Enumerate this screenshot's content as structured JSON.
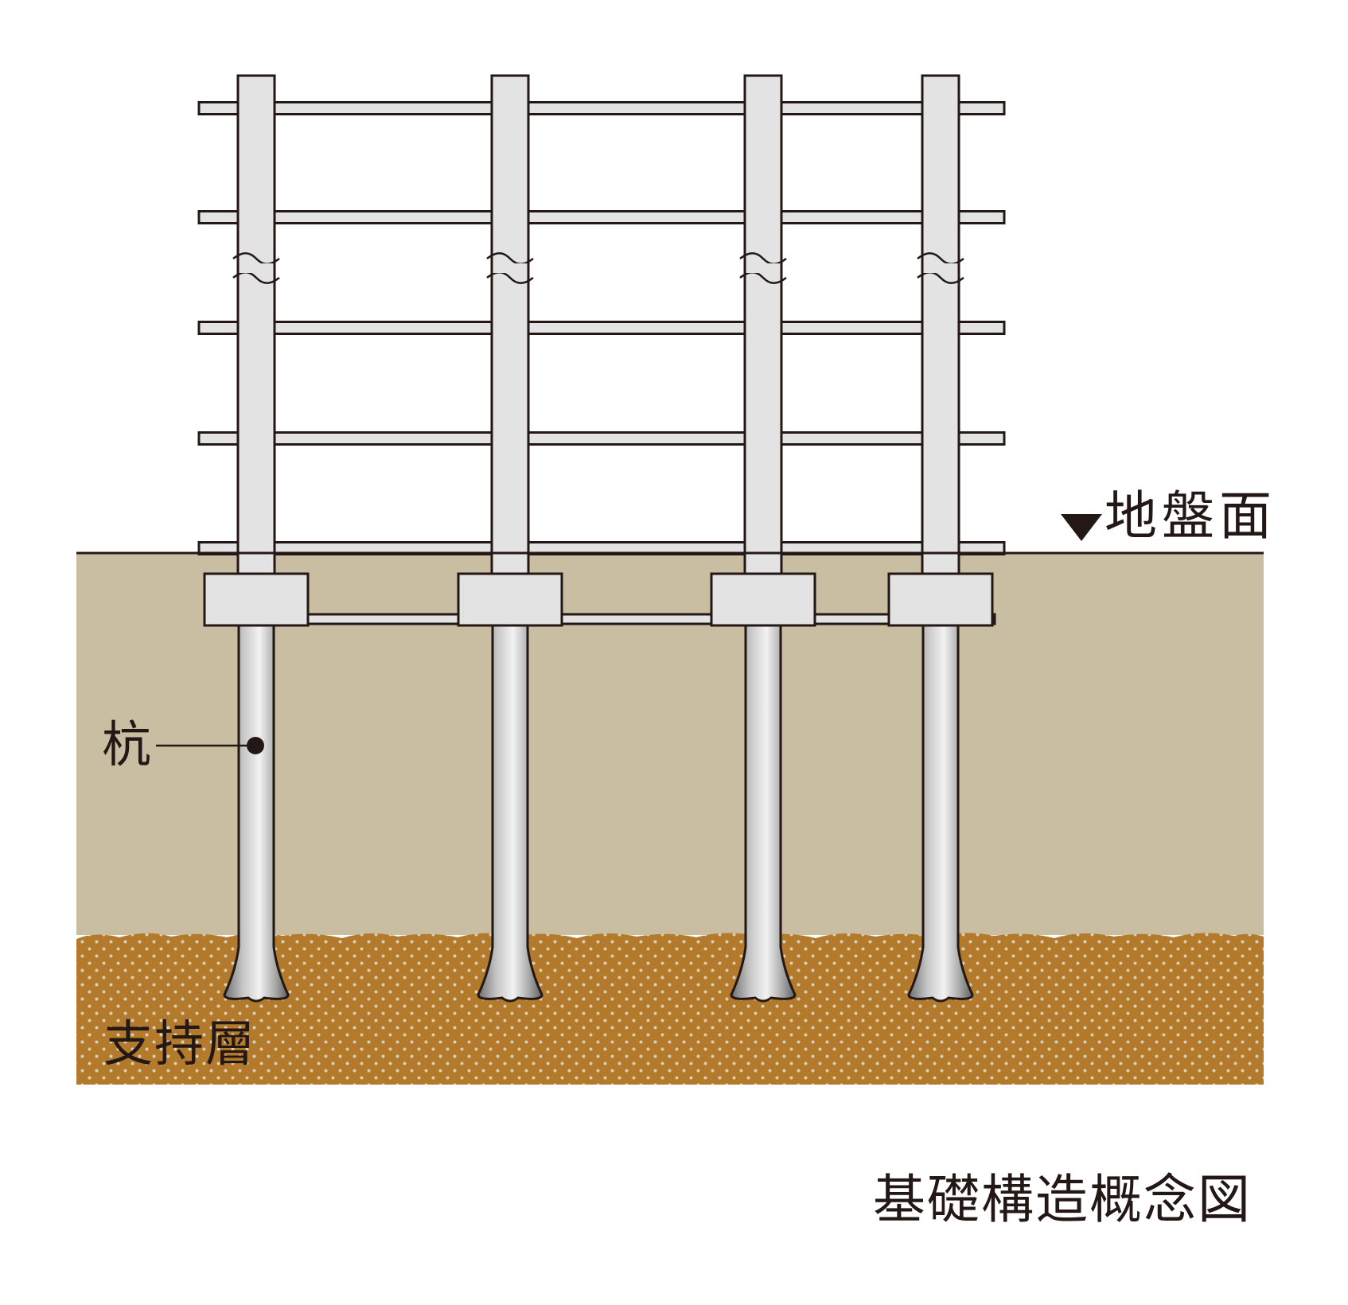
{
  "labels": {
    "ground_surface": "地盤面",
    "pile": "杭",
    "bearing_layer": "支持層",
    "caption": "基礎構造概念図"
  },
  "colors": {
    "soil": "#c9bea1",
    "bearing_layer": "#b37a2b",
    "bearing_dots": "#d8cfb8",
    "frame_fill": "#e3e3e3",
    "outline": "#231815",
    "background": "#ffffff"
  },
  "icons": {
    "ground_marker": "down-triangle-icon",
    "pile_pointer": "leader-dot-icon",
    "break_mark": "wavy-break-icon"
  }
}
